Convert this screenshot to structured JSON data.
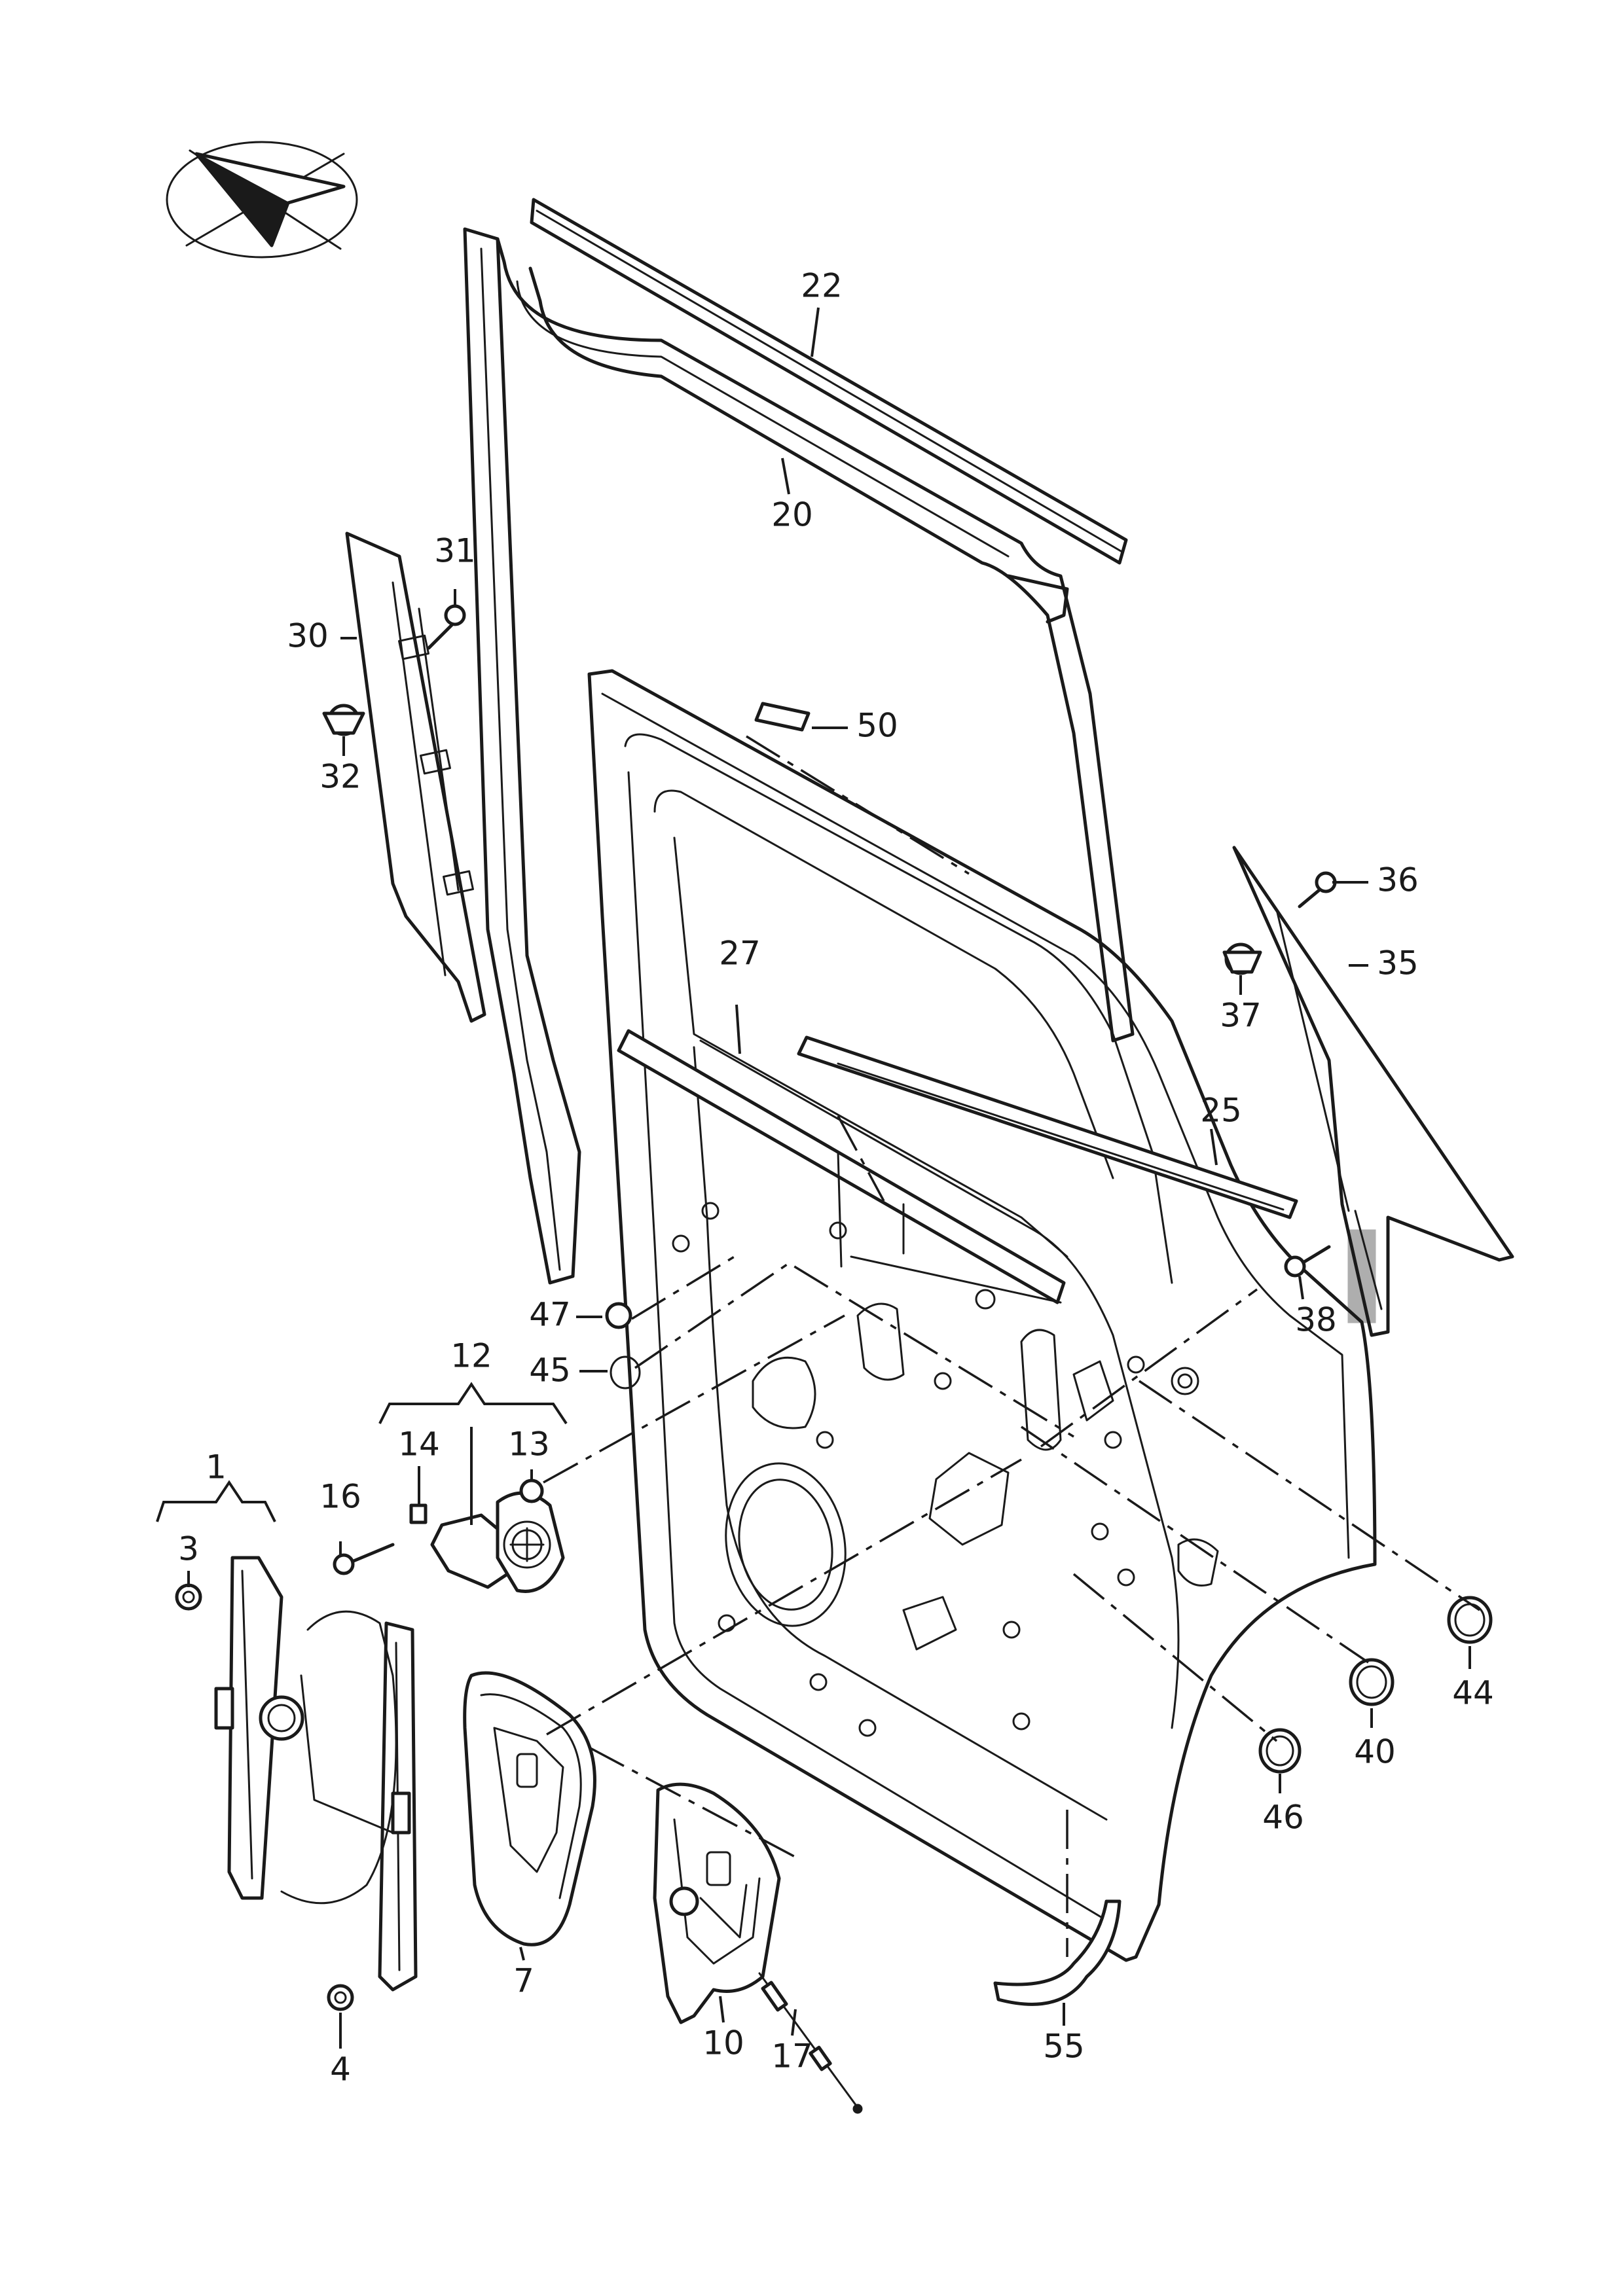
{
  "callouts": [
    {
      "id": "c1",
      "label": "1"
    },
    {
      "id": "c3",
      "label": "3"
    },
    {
      "id": "c4",
      "label": "4"
    },
    {
      "id": "c7",
      "label": "7"
    },
    {
      "id": "c10",
      "label": "10"
    },
    {
      "id": "c12",
      "label": "12"
    },
    {
      "id": "c13",
      "label": "13"
    },
    {
      "id": "c14",
      "label": "14"
    },
    {
      "id": "c16",
      "label": "16"
    },
    {
      "id": "c17",
      "label": "17"
    },
    {
      "id": "c20",
      "label": "20"
    },
    {
      "id": "c22",
      "label": "22"
    },
    {
      "id": "c25",
      "label": "25"
    },
    {
      "id": "c27",
      "label": "27"
    },
    {
      "id": "c30",
      "label": "30"
    },
    {
      "id": "c31",
      "label": "31"
    },
    {
      "id": "c32",
      "label": "32"
    },
    {
      "id": "c35",
      "label": "35"
    },
    {
      "id": "c36",
      "label": "36"
    },
    {
      "id": "c37",
      "label": "37"
    },
    {
      "id": "c38",
      "label": "38"
    },
    {
      "id": "c40",
      "label": "40"
    },
    {
      "id": "c44",
      "label": "44"
    },
    {
      "id": "c45",
      "label": "45"
    },
    {
      "id": "c46",
      "label": "46"
    },
    {
      "id": "c47",
      "label": "47"
    },
    {
      "id": "c50",
      "label": "50"
    },
    {
      "id": "c55",
      "label": "55"
    }
  ]
}
